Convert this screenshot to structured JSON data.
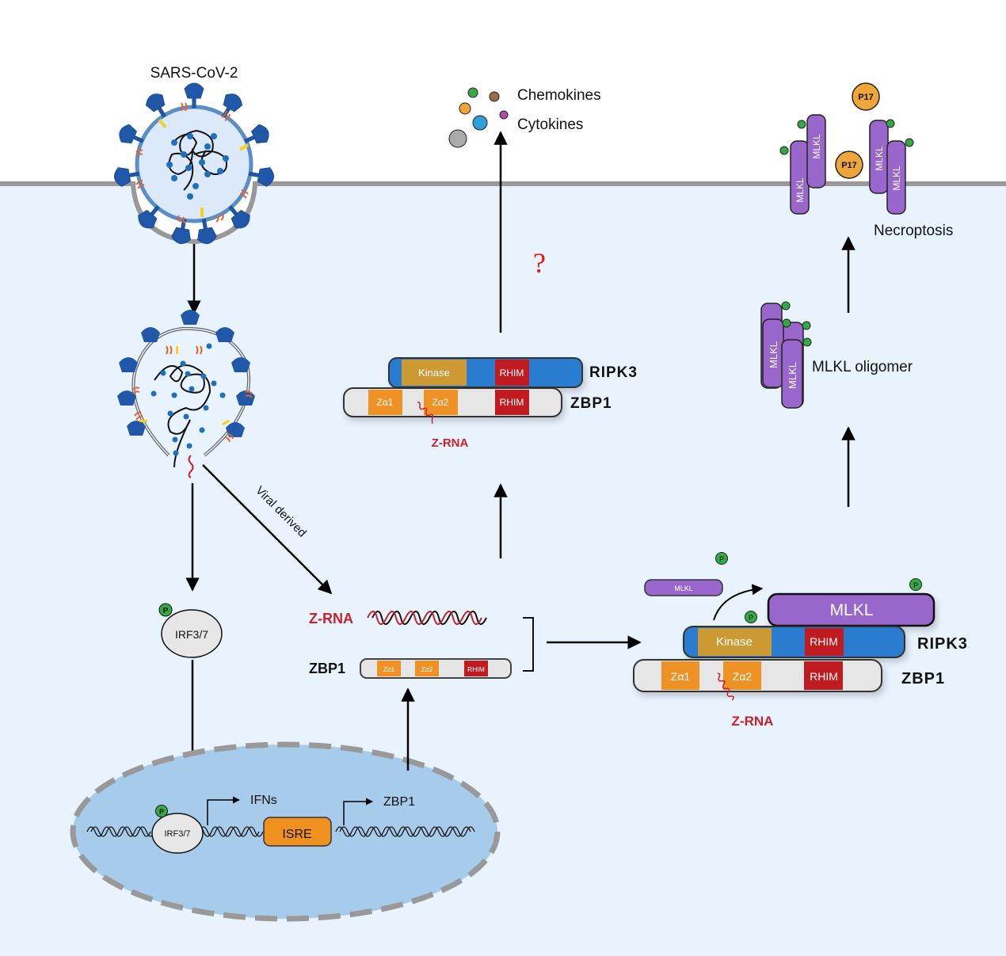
{
  "figure": {
    "virus_label": "SARS-CoV-2",
    "secreted": {
      "chemokines": "Chemokines",
      "cytokines": "Cytokines",
      "unknown_mark": "?"
    },
    "necroptosis": {
      "label": "Necroptosis",
      "pore_protein": "MLKL",
      "p17": "P17",
      "phospho": "P"
    },
    "oligomer": {
      "label": "MLKL oligomer",
      "protein": "MLKL",
      "phospho": "P"
    },
    "complex_top": {
      "ripk3": {
        "name": "RIPK3",
        "domains": [
          "Kinase",
          "RHIM"
        ]
      },
      "zbp1": {
        "name": "ZBP1",
        "domains": [
          "Zα1",
          "Zα2",
          "RHIM"
        ]
      },
      "zrna": "Z-RNA"
    },
    "complex_right": {
      "mlkl_free": "MLKL",
      "mlkl_bound": "MLKL",
      "phospho": "P",
      "ripk3": {
        "name": "RIPK3",
        "domains": [
          "Kinase",
          "RHIM"
        ]
      },
      "zbp1": {
        "name": "ZBP1",
        "domains": [
          "Zα1",
          "Zα2",
          "RHIM"
        ]
      },
      "zrna": "Z-RNA"
    },
    "middle": {
      "zrna_label": "Z-RNA",
      "zbp1_label": "ZBP1",
      "zbp1_domains": [
        "Zα1",
        "Zα2",
        "RHIM"
      ],
      "viral_derived": "Viral derived"
    },
    "irf": {
      "label": "IRF3/7",
      "phospho": "P"
    },
    "nucleus": {
      "irf_label": "IRF3/7",
      "phospho": "P",
      "ifns": "IFNs",
      "isre": "ISRE",
      "zbp1": "ZBP1"
    },
    "colors": {
      "cytoplasm": "#e8f3fe",
      "membrane": "#999999",
      "nucleus": "#a6cbeb",
      "mlkl": "#9966cc",
      "ripk3": "#2b7bd0",
      "kinase": "#cc9933",
      "rhim": "#c11b22",
      "za": "#ef9226",
      "zbp1_body": "#e6e6e6",
      "phospho": "#33aa44",
      "p17": "#eea63a",
      "zrna_red": "#c8202a"
    }
  }
}
